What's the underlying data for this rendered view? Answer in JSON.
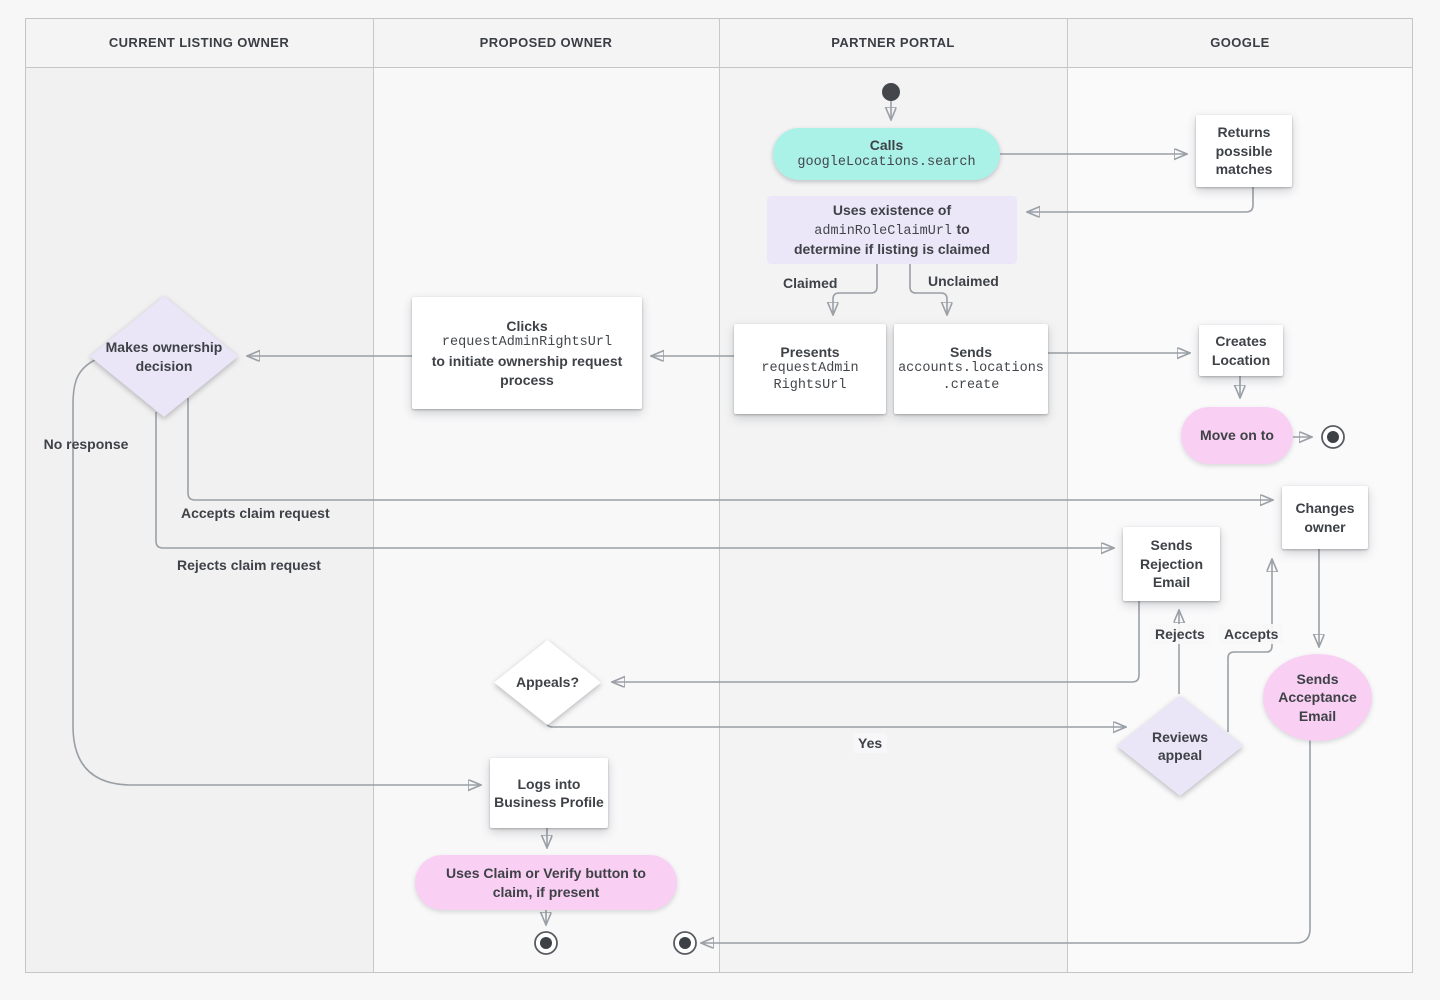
{
  "lanes": [
    {
      "label": "CURRENT LISTING OWNER"
    },
    {
      "label": "PROPOSED OWNER"
    },
    {
      "label": "PARTNER PORTAL"
    },
    {
      "label": "GOOGLE"
    }
  ],
  "nodes": {
    "calls": {
      "title": "Calls",
      "code": "googleLocations.search"
    },
    "returns_matches": {
      "label": "Returns possible matches"
    },
    "uses_existence": {
      "line1": "Uses existence of",
      "code": "adminRoleClaimUrl",
      "line2_suffix": "to",
      "line3": "determine if listing is claimed"
    },
    "presents": {
      "title": "Presents",
      "code_line1": "requestAdmin",
      "code_line2": "RightsUrl"
    },
    "sends_create": {
      "title": "Sends",
      "code_line1": "accounts.locations",
      "code_line2": ".create"
    },
    "clicks": {
      "title": "Clicks",
      "code": "requestAdminRightsUrl",
      "suffix": "to initiate ownership request process"
    },
    "makes_decision": {
      "label": "Makes ownership decision"
    },
    "creates_location": {
      "label": "Creates Location"
    },
    "move_on": {
      "label": "Move on to"
    },
    "changes_owner": {
      "label": "Changes owner"
    },
    "sends_rejection": {
      "label": "Sends Rejection Email"
    },
    "appeals": {
      "label": "Appeals?"
    },
    "reviews_appeal": {
      "label": "Reviews appeal"
    },
    "sends_acceptance": {
      "label": "Sends Acceptance Email"
    },
    "logs_into": {
      "label": "Logs into Business Profile"
    },
    "uses_claim": {
      "label": "Uses Claim or Verify button to claim, if present"
    }
  },
  "edge_labels": {
    "claimed": "Claimed",
    "unclaimed": "Unclaimed",
    "no_response": "No response",
    "accepts_claim": "Accepts claim request",
    "rejects_claim": "Rejects claim request",
    "rejects": "Rejects",
    "accepts": "Accepts",
    "yes": "Yes"
  },
  "colors": {
    "teal_node": "#aaf2e8",
    "pink_node": "#f9d0f3",
    "lavender_node": "#ece7f8",
    "white_node": "#ffffff",
    "connector": "#9aa0a6",
    "text": "#3e4247",
    "lane_border": "#c6c8cb"
  }
}
